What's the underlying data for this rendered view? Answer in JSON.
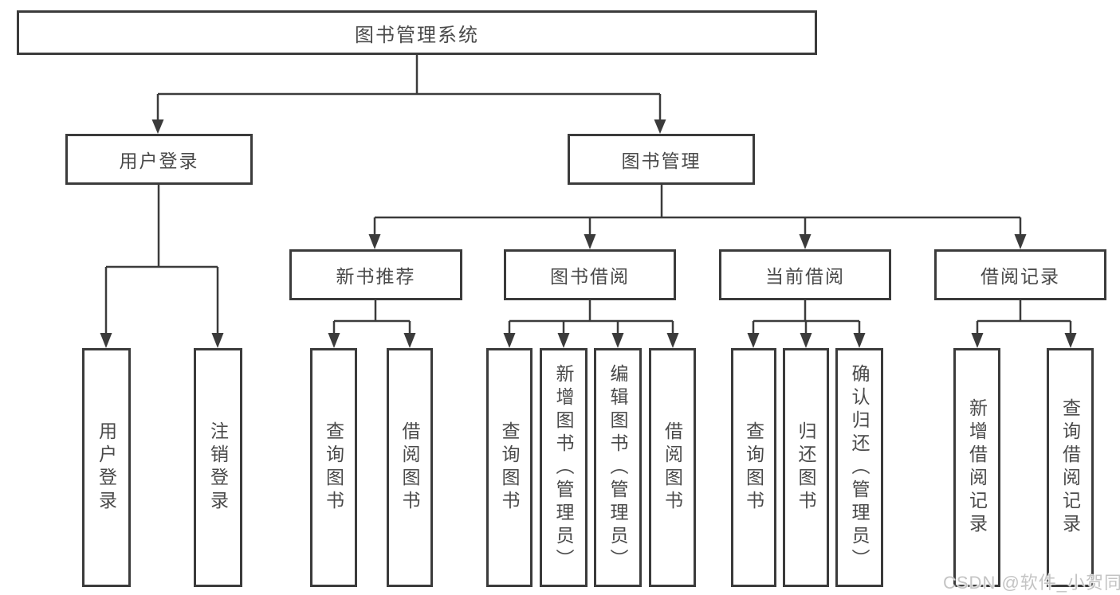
{
  "colors": {
    "line": "#3b3b3b",
    "text": "#4a4a4a",
    "bg": "#ffffff",
    "watermark": "#c4c4c4"
  },
  "tree": {
    "label": "图书管理系统",
    "children": [
      {
        "label": "用户登录",
        "children": [
          {
            "label": "用户登录"
          },
          {
            "label": "注销登录"
          }
        ]
      },
      {
        "label": "图书管理",
        "children": [
          {
            "label": "新书推荐",
            "children": [
              {
                "label": "查询图书"
              },
              {
                "label": "借阅图书"
              }
            ]
          },
          {
            "label": "图书借阅",
            "children": [
              {
                "label": "查询图书"
              },
              {
                "label": "新增图书（管理员）"
              },
              {
                "label": "编辑图书（管理员）"
              },
              {
                "label": "借阅图书"
              }
            ]
          },
          {
            "label": "当前借阅",
            "children": [
              {
                "label": "查询图书"
              },
              {
                "label": "归还图书"
              },
              {
                "label": "确认归还（管理员）"
              }
            ]
          },
          {
            "label": "借阅记录",
            "children": [
              {
                "label": "新增借阅记录"
              },
              {
                "label": "查询借阅记录"
              }
            ]
          }
        ]
      }
    ]
  },
  "watermark": {
    "text": "CSDN @软件_小贺同学"
  }
}
